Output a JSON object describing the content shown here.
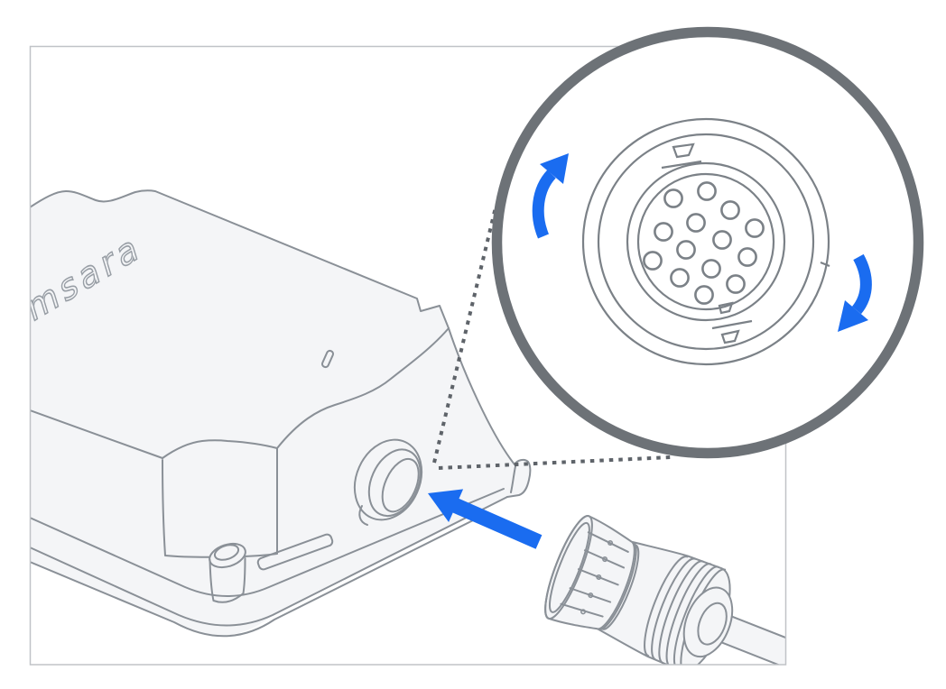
{
  "diagram": {
    "type": "hardware-installation-illustration",
    "device_label": "samsara",
    "magnifier": {
      "pin_count": 14
    },
    "colors": {
      "accent_blue": "#1a6cf0",
      "line_gray": "#8a9097",
      "ring_gray": "#6d7277",
      "face_fill": "#f4f5f7",
      "frame_border": "#c0c3c7",
      "background": "#ffffff"
    }
  }
}
